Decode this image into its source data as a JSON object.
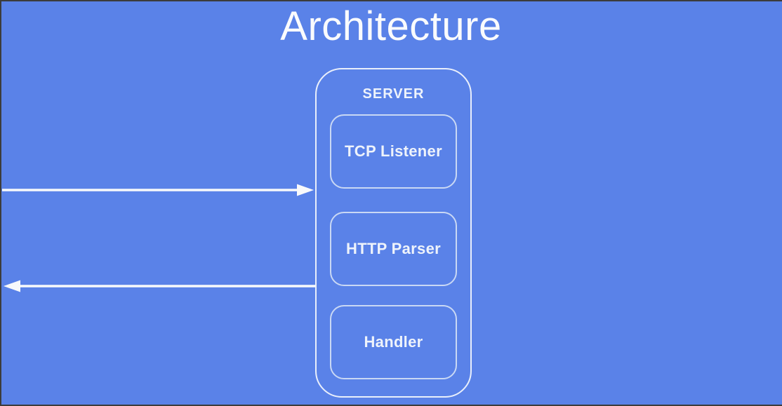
{
  "title": "Architecture",
  "server": {
    "label": "SERVER",
    "components": [
      {
        "label": "TCP Listener"
      },
      {
        "label": "HTTP Parser"
      },
      {
        "label": "Handler"
      }
    ]
  },
  "arrows": [
    {
      "name": "request-arrow",
      "direction": "right",
      "points_to": "SERVER"
    },
    {
      "name": "response-arrow",
      "direction": "left",
      "points_from": "SERVER"
    }
  ],
  "colors": {
    "background": "#5a82e8",
    "frame_edge": "#3c3c3c",
    "outer_border": "#e9effb",
    "inner_border": "#c9d8f4",
    "title_text": "#fafbfd",
    "label_text": "#eef3fb",
    "arrow": "#f8f9fb"
  }
}
